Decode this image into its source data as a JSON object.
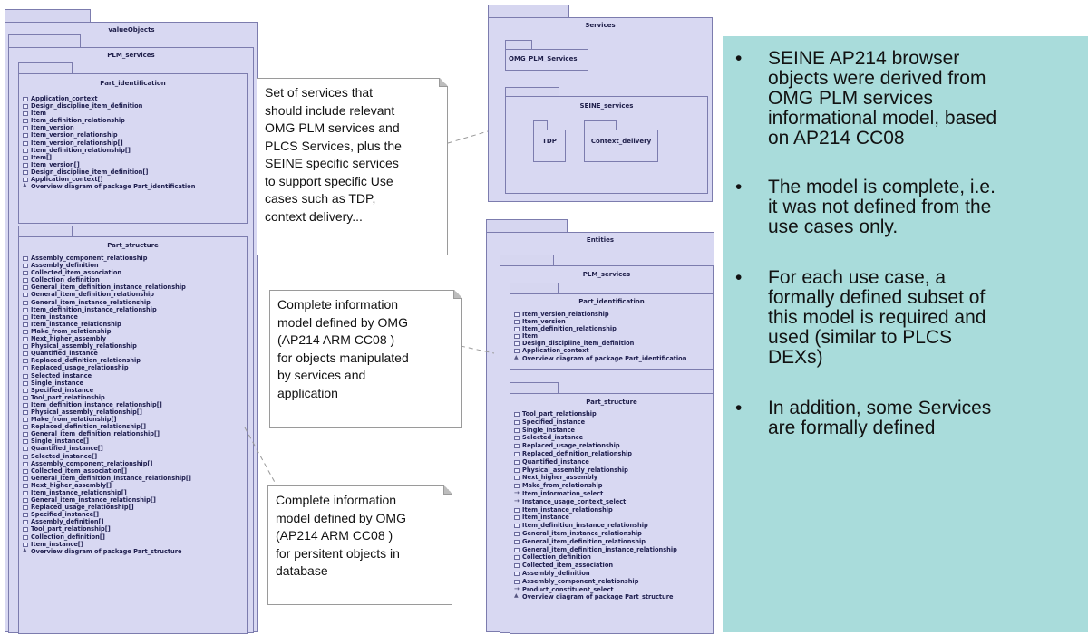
{
  "left_pkg": {
    "title": "valueObjects",
    "sub_title": "PLM_services",
    "part_identification": {
      "title": "Part_identification",
      "items": [
        "Application_context",
        "Design_discipline_item_definition",
        "Item",
        "Item_definition_relationship",
        "Item_version",
        "Item_version_relationship",
        "Item_version_relationship[]",
        "Item_definition_relationship[]",
        "Item[]",
        "Item_version[]",
        "Design_discipline_item_definition[]",
        "Application_context[]"
      ],
      "overview": "Overview diagram of package Part_identification"
    },
    "part_structure": {
      "title": "Part_structure",
      "items": [
        "Assembly_component_relationship",
        "Assembly_definition",
        "Collected_item_association",
        "Collection_definition",
        "General_item_definition_instance_relationship",
        "General_item_definition_relationship",
        "General_item_instance_relationship",
        "Item_definition_instance_relationship",
        "Item_instance",
        "Item_instance_relationship",
        "Make_from_relationship",
        "Next_higher_assembly",
        "Physical_assembly_relationship",
        "Quantified_instance",
        "Replaced_definition_relationship",
        "Replaced_usage_relationship",
        "Selected_instance",
        "Single_instance",
        "Specified_instance",
        "Tool_part_relationship",
        "Item_definition_instance_relationship[]",
        "Physical_assembly_relationship[]",
        "Make_from_relationship[]",
        "Replaced_definition_relationship[]",
        "General_item_definition_relationship[]",
        "Single_instance[]",
        "Quantified_instance[]",
        "Selected_instance[]",
        "Assembly_component_relationship[]",
        "Collected_item_association[]",
        "General_item_definition_instance_relationship[]",
        "Next_higher_assembly[]",
        "Item_instance_relationship[]",
        "General_item_instance_relationship[]",
        "Replaced_usage_relationship[]",
        "Specified_instance[]",
        "Assembly_definition[]",
        "Tool_part_relationship[]",
        "Collection_definition[]",
        "Item_instance[]"
      ],
      "overview": "Overview diagram of package Part_structure"
    }
  },
  "services_pkg": {
    "title": "Services",
    "omg": "OMG_PLM_Services",
    "seine": "SEINE_services",
    "tdp": "TDP",
    "context_delivery": "Context_delivery"
  },
  "entities_pkg": {
    "title": "Entities",
    "sub_title": "PLM_services",
    "part_identification": {
      "title": "Part_identification",
      "items": [
        "Item_version_relationship",
        "Item_version",
        "Item_definition_relationship",
        "Item",
        "Design_discipline_item_definition",
        "Application_context"
      ],
      "overview": "Overview diagram of package Part_identification"
    },
    "part_structure": {
      "title": "Part_structure",
      "items": [
        "Tool_part_relationship",
        "Specified_instance",
        "Single_instance",
        "Selected_instance",
        "Replaced_usage_relationship",
        "Replaced_definition_relationship",
        "Quantified_instance",
        "Physical_assembly_relationship",
        "Next_higher_assembly",
        "Make_from_relationship",
        "Item_information_select",
        "Instance_usage_context_select",
        "Item_instance_relationship",
        "Item_instance",
        "Item_definition_instance_relationship",
        "General_item_instance_relationship",
        "General_item_definition_relationship",
        "General_item_definition_instance_relationship",
        "Collection_definition",
        "Collected_item_association",
        "Assembly_definition",
        "Assembly_component_relationship",
        "Product_constituent_select"
      ],
      "selects": [
        10,
        11,
        22
      ],
      "overview": "Overview diagram of package Part_structure"
    }
  },
  "notes": {
    "services_note": [
      "Set of services that",
      "should include relevant",
      "OMG PLM services and",
      "PLCS Services, plus the",
      "SEINE specific services",
      "to support specific Use",
      "cases such as TDP,",
      "context delivery..."
    ],
    "info_model_note": [
      "Complete  information",
      "model defined by OMG",
      "(AP214 ARM  CC08 )",
      "for objects manipulated",
      "by services and",
      "application"
    ],
    "db_note": [
      "Complete  information",
      "model defined by OMG",
      "(AP214 ARM  CC08 )",
      "for persitent objects in",
      "database"
    ]
  },
  "bullets": [
    [
      "SEINE AP214 browser",
      "objects were derived from",
      "OMG PLM services",
      "informational model, based",
      "on AP214 CC08"
    ],
    [
      "The model is complete, i.e.",
      "it was not defined from the",
      "use cases only."
    ],
    [
      "For each use case, a",
      "formally defined subset of",
      "this model is required and",
      "used (similar to PLCS",
      "DEXs)"
    ],
    [
      "In addition, some Services",
      "are formally defined"
    ]
  ],
  "colors": {
    "panel": "#a9dcdb",
    "package_fill": "#d8d8f2",
    "package_border": "#7c7cae"
  }
}
